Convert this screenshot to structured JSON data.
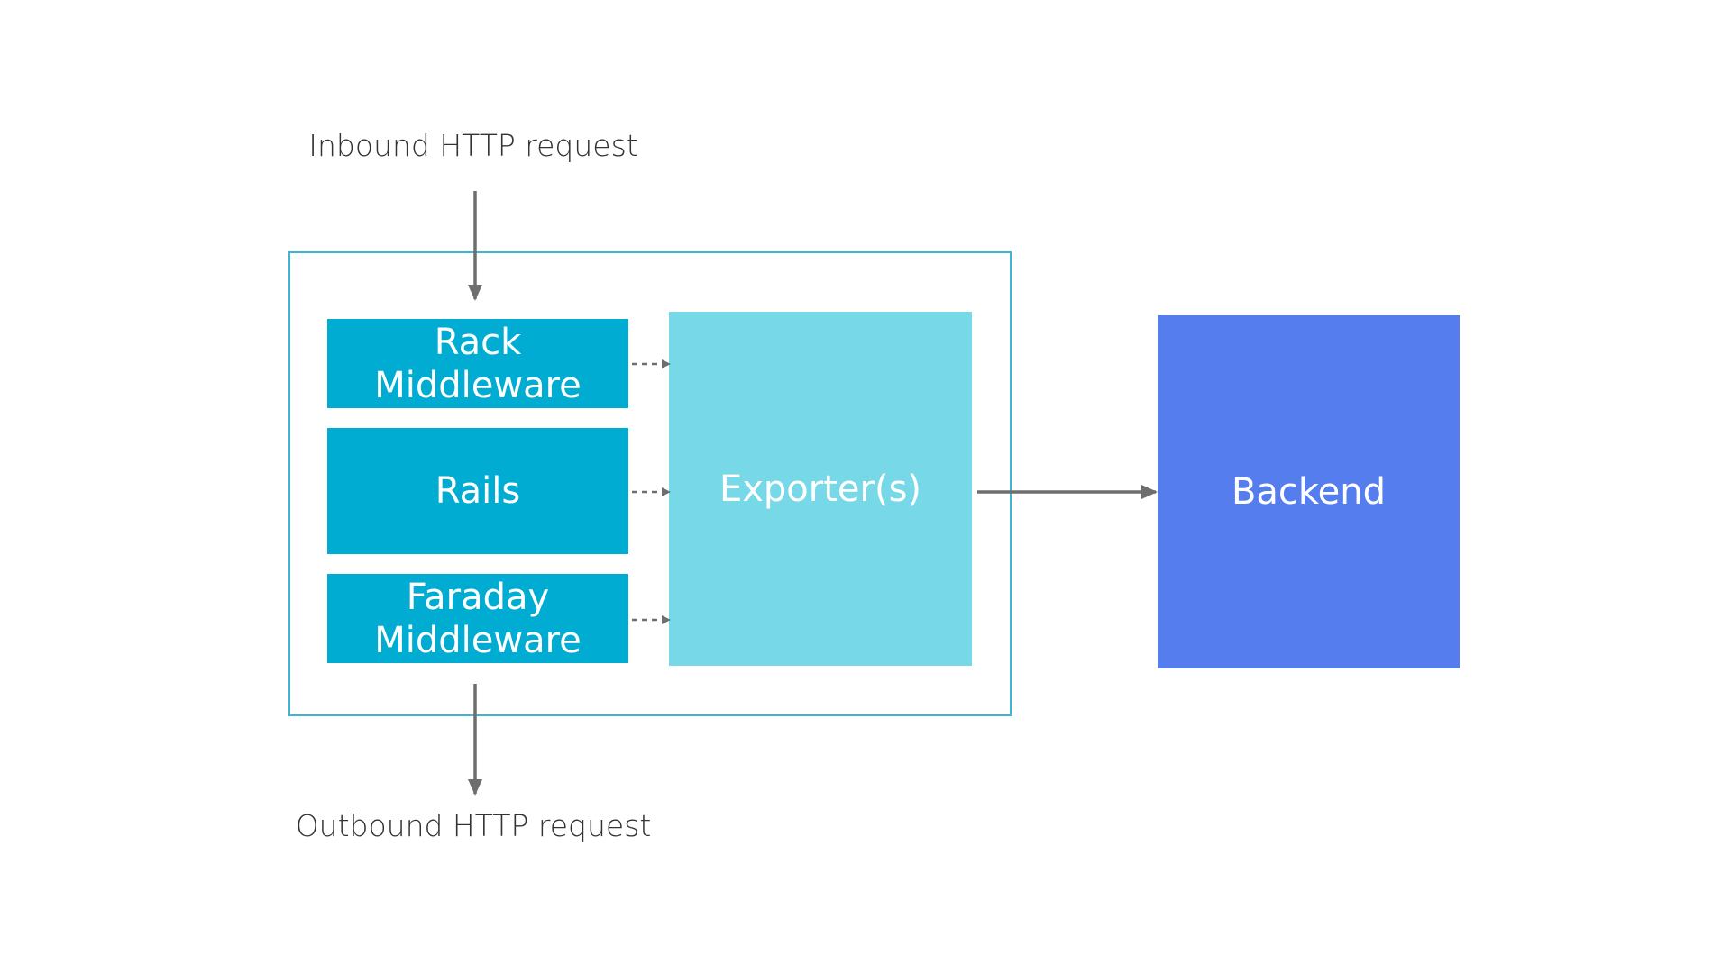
{
  "diagram": {
    "inbound_label": "Inbound HTTP request",
    "outbound_label": "Outbound HTTP request",
    "components": {
      "rack": "Rack Middleware",
      "rails": "Rails",
      "faraday": "Faraday Middleware"
    },
    "exporter": "Exporter(s)",
    "backend": "Backend",
    "colors": {
      "container_border": "#3bb6d6",
      "component_fill": "#00acd1",
      "exporter_fill": "#77d8e7",
      "backend_fill": "#557ded",
      "arrow": "#6e6e6e",
      "label_text": "#333333",
      "box_text": "#ffffff"
    }
  }
}
